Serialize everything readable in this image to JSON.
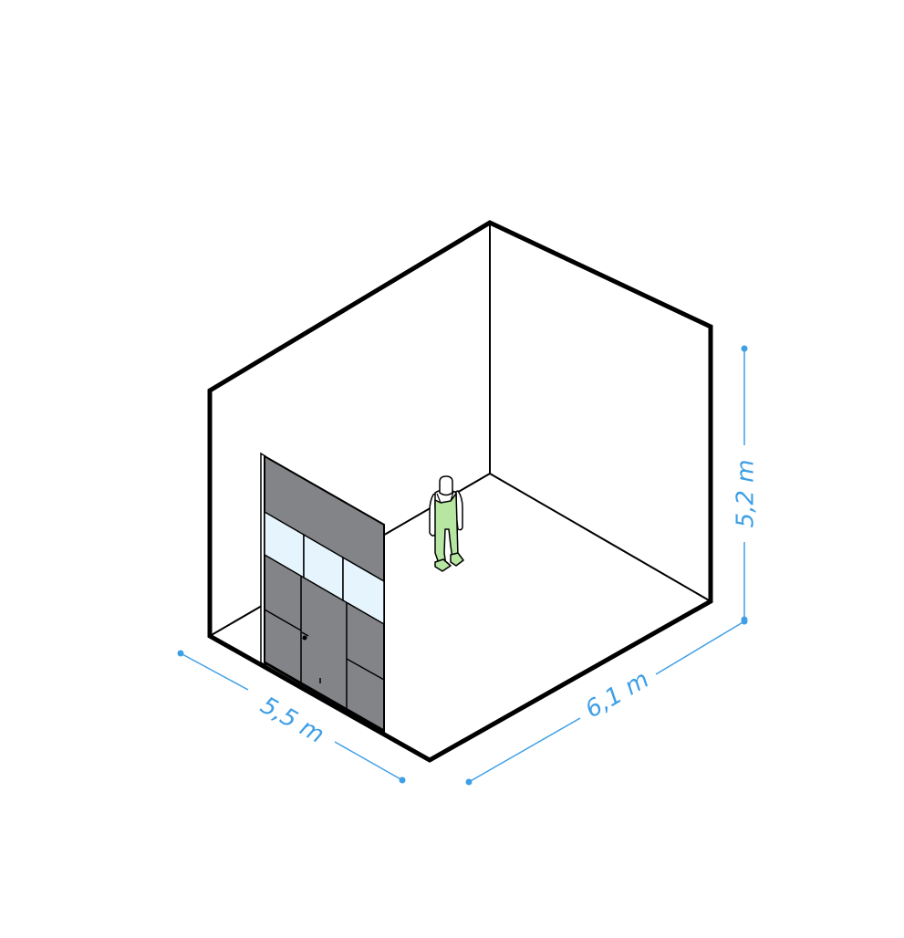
{
  "dimensions": {
    "width_label": "5,5 m",
    "length_label": "6,1 m",
    "height_label": "5,2 m"
  },
  "colors": {
    "outline": "#000000",
    "dimension_line": "#3f9fe6",
    "door_panel": "#838487",
    "glazing": "#e6f4fd",
    "person_overalls": "#b6e6a2",
    "background": "#ffffff"
  },
  "icons": {
    "person": "person-icon",
    "door": "sectional-door-icon"
  }
}
